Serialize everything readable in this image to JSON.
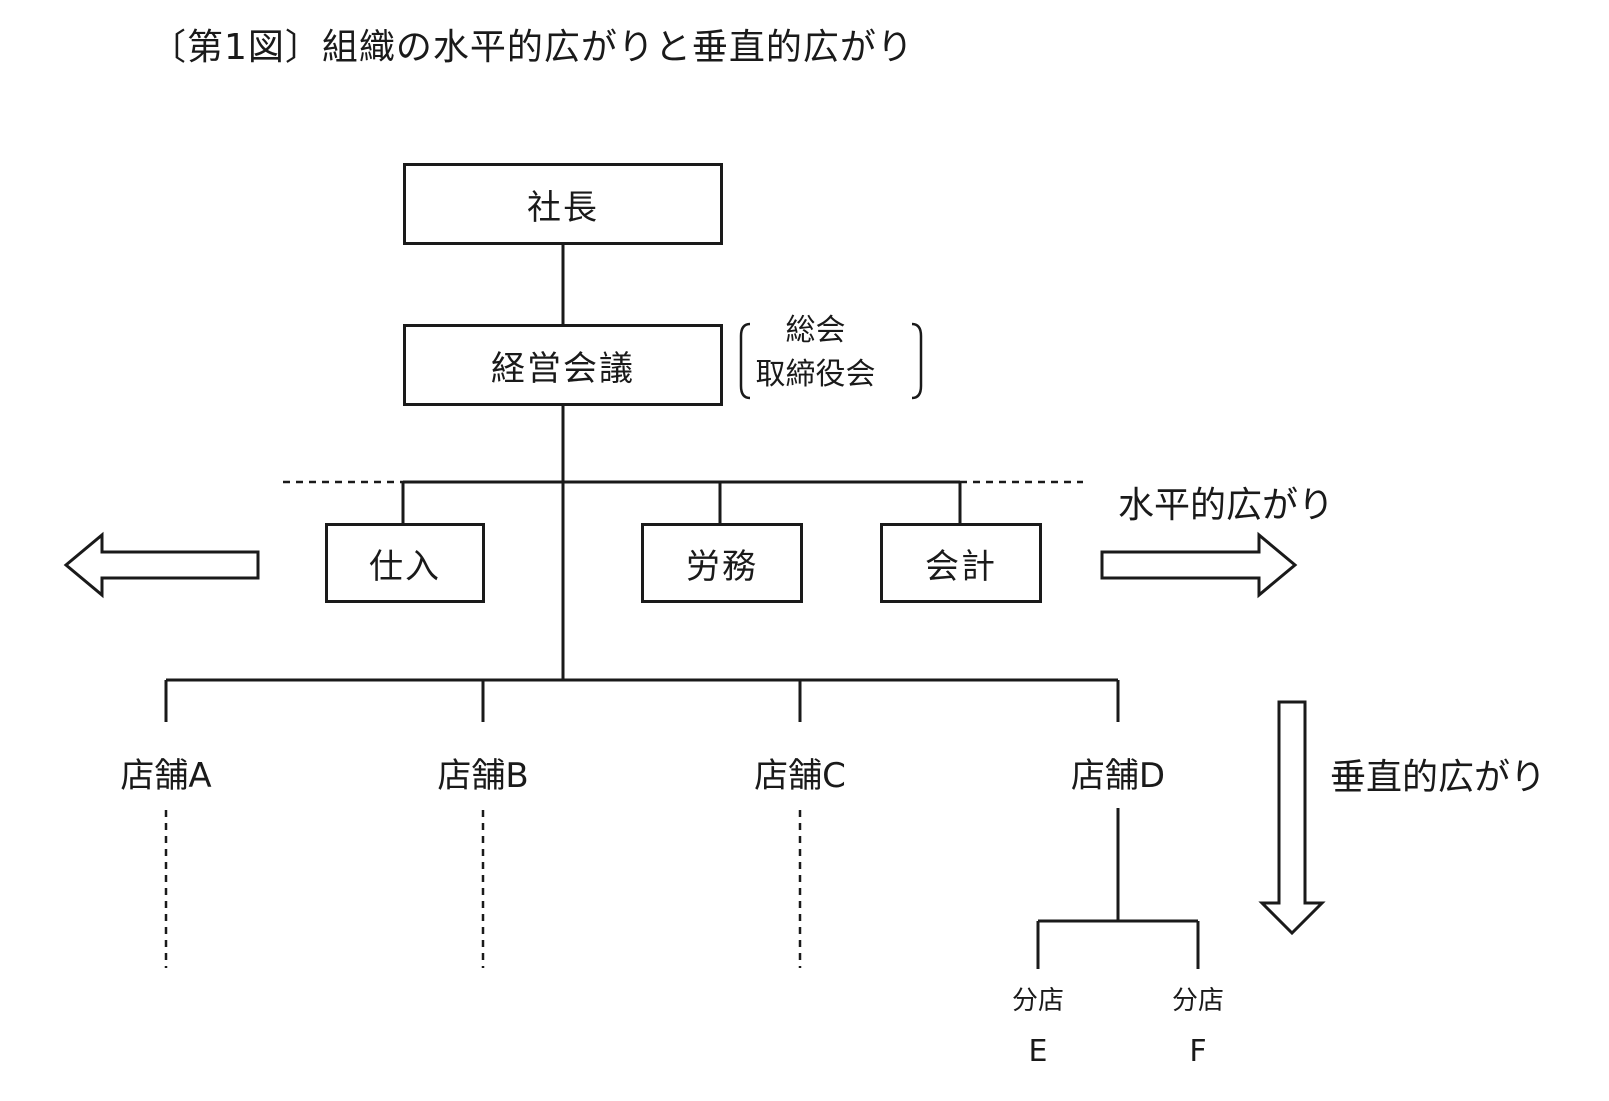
{
  "title": "〔第1図〕組織の水平的広がりと垂直的広がり",
  "nodes": {
    "president": "社長",
    "management_meeting": "経営会議",
    "purchasing": "仕入",
    "labor": "労務",
    "accounting": "会計"
  },
  "meeting_note": {
    "line1": "総会",
    "line2": "取締役会"
  },
  "stores": [
    "店舗A",
    "店舗B",
    "店舗C",
    "店舗D"
  ],
  "branches": [
    {
      "label": "分店",
      "letter": "E"
    },
    {
      "label": "分店",
      "letter": "F"
    }
  ],
  "horizontal_label": "水平的広がり",
  "vertical_label": "垂直的広がり"
}
